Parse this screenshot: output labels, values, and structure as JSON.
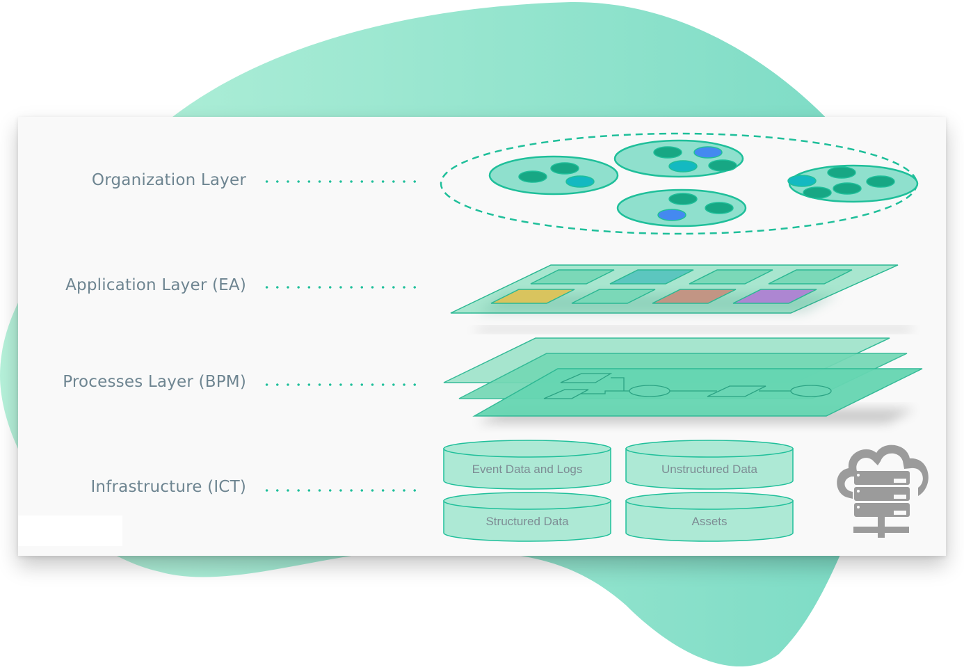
{
  "diagram": {
    "layers": [
      {
        "label": "Organization Layer"
      },
      {
        "label": "Application Layer (EA)"
      },
      {
        "label": "Processes Layer (BPM)"
      },
      {
        "label": "Infrastructure (ICT)"
      }
    ],
    "organization": {
      "groups": [
        {
          "members": [
            "dark",
            "dark",
            "teal"
          ]
        },
        {
          "members": [
            "dark",
            "blue",
            "teal",
            "dark"
          ]
        },
        {
          "members": [
            "dark",
            "dark",
            "blue"
          ]
        },
        {
          "members": [
            "teal",
            "dark",
            "dark",
            "dark",
            "dark"
          ]
        }
      ]
    },
    "application": {
      "tiles_top_row": [
        "green",
        "teal",
        "green",
        "green"
      ],
      "tiles_bottom_row": [
        "yellow",
        "green",
        "brown",
        "purple"
      ]
    },
    "infrastructure": {
      "databases": [
        {
          "label": "Event Data and Logs"
        },
        {
          "label": "Unstructured Data"
        },
        {
          "label": "Structured Data"
        },
        {
          "label": "Assets"
        }
      ],
      "icon": "cloud-server-icon"
    },
    "colors": {
      "accent": "#1fbf9a",
      "blob_light": "#b3f0d7",
      "blob_dark": "#7ddcc6",
      "group_fill": "#8fe0cd",
      "member_dark": "#17a784",
      "member_teal": "#14b9c1",
      "member_blue": "#4489f0",
      "tile_green": "#7bd8b8",
      "tile_teal": "#5cc6bf",
      "tile_yellow": "#d9c45e",
      "tile_brown": "#c29584",
      "tile_purple": "#ad86d2",
      "label_text": "#6e8591",
      "icon_gray": "#999999"
    }
  }
}
